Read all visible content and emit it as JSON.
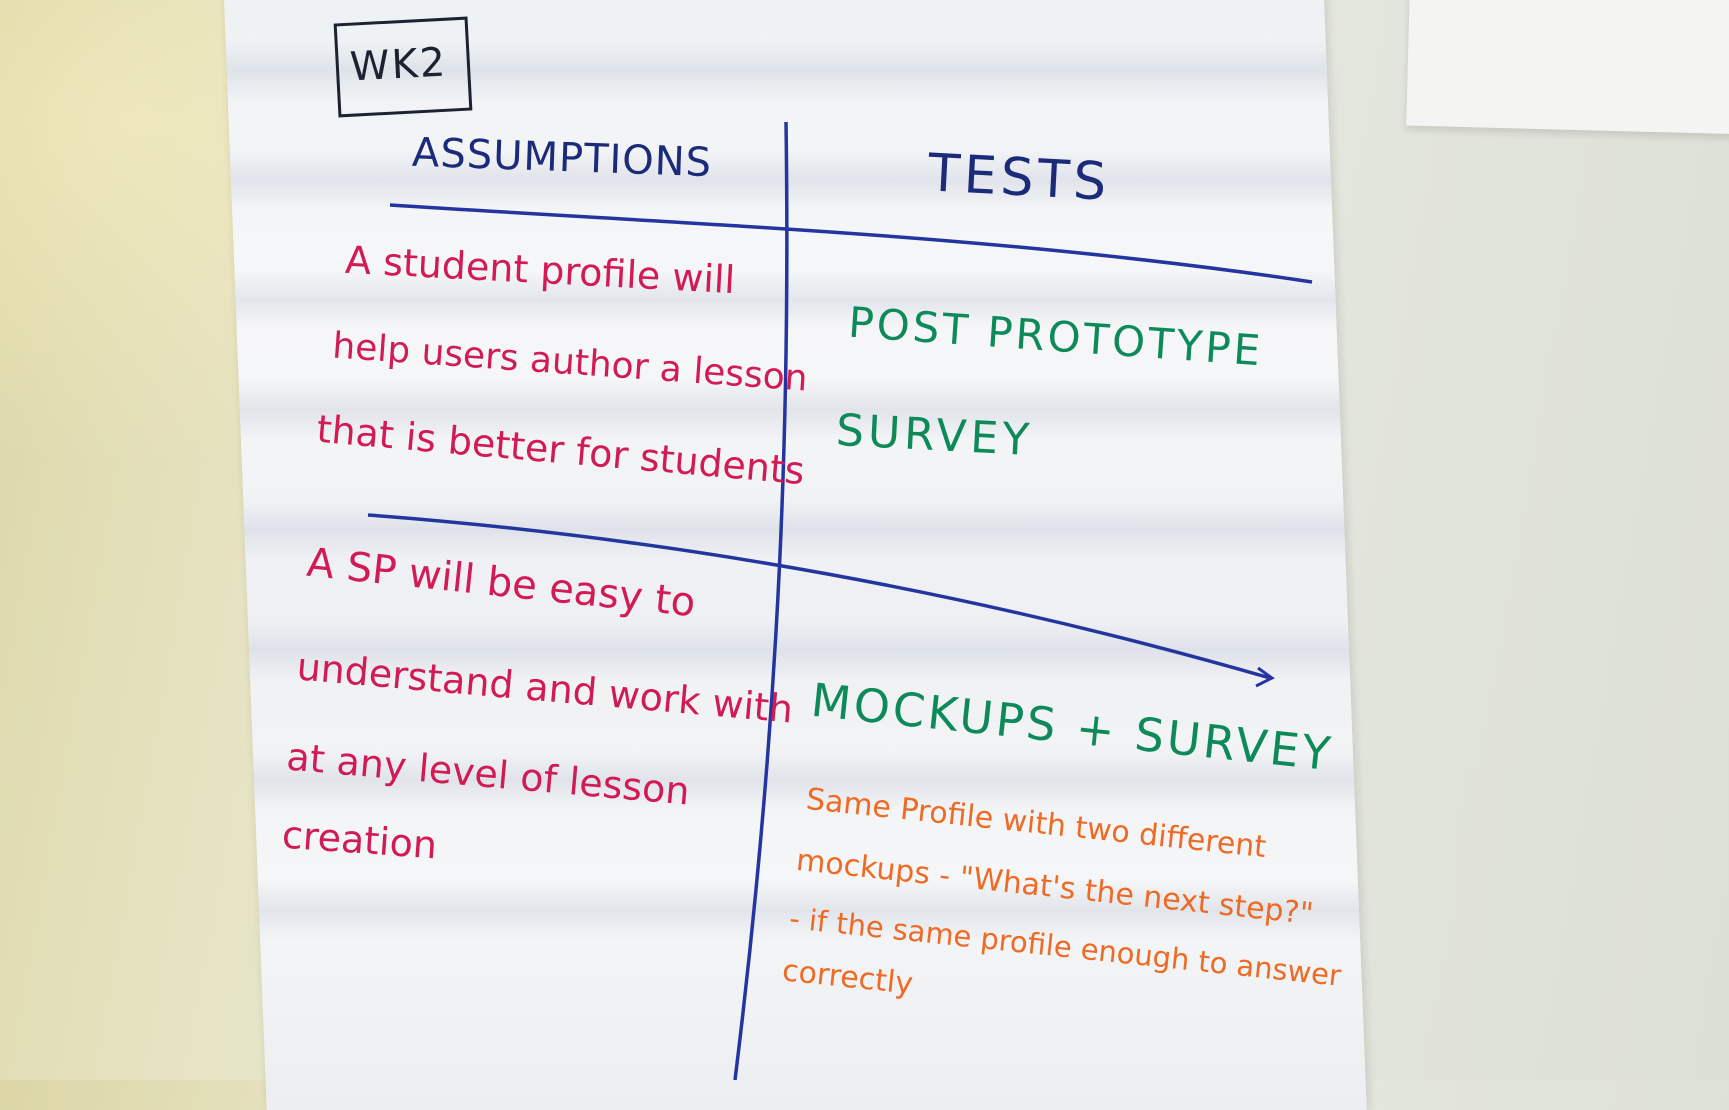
{
  "whiteboard": {
    "tag": "WK2",
    "headers": {
      "assumptions": "ASSUMPTIONS",
      "tests": "TESTS"
    },
    "row1": {
      "assumption": [
        "A student profile will",
        "help users author a lesson",
        "that is better for students"
      ],
      "test": [
        "POST PROTOTYPE",
        "SURVEY"
      ]
    },
    "row2": {
      "assumption": [
        "A SP will be easy to",
        "understand and work with",
        "at any level of lesson",
        "creation"
      ],
      "test": "MOCKUPS + SURVEY",
      "notes": [
        "Same Profile with two different",
        "mockups - \"What's the next step?\"",
        "- if the same profile enough to answer",
        "correctly"
      ]
    },
    "colors": {
      "navy": "#1c2a7a",
      "pink": "#d21a55",
      "green": "#0e8a5a",
      "orange": "#ee6a25"
    }
  }
}
